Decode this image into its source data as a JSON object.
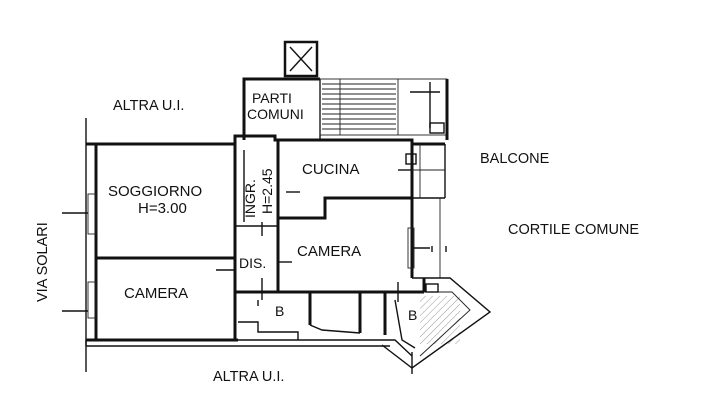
{
  "plan": {
    "labels": {
      "altra_top": "ALTRA U.I.",
      "altra_bottom": "ALTRA U.I.",
      "parti_line1": "PARTI",
      "parti_line2": "COMUNI",
      "balcone": "BALCONE",
      "cortile": "CORTILE COMUNE",
      "via": "VIA SOLARI",
      "soggiorno": "SOGGIORNO",
      "soggiorno_h": "H=3.00",
      "ingr": "INGR.",
      "ingr_h": "H=2.45",
      "cucina": "CUCINA",
      "camera_right": "CAMERA",
      "dis": "DIS.",
      "camera_left": "CAMERA",
      "b_left": "B",
      "b_right": "B"
    }
  }
}
